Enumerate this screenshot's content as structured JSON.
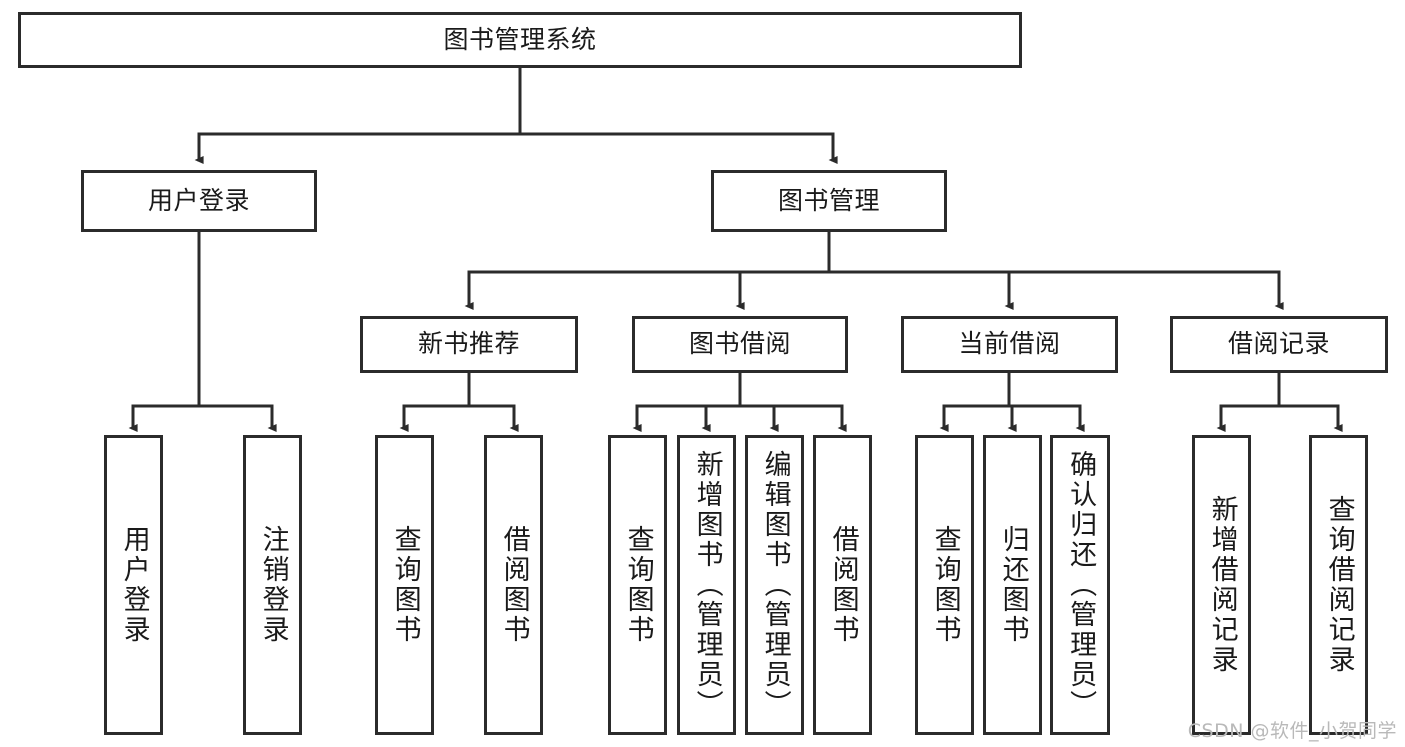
{
  "diagram": {
    "title": "图书管理系统",
    "type": "tree-hierarchy",
    "style": {
      "border_color": "#2b2b2b",
      "fill_color": "#ffffff",
      "text_color": "#1a1a1a",
      "connector_color": "#2b2b2b",
      "watermark_color": "#b9b9b9"
    },
    "root": {
      "label": "图书管理系统"
    },
    "level2": [
      {
        "label": "用户登录"
      },
      {
        "label": "图书管理"
      }
    ],
    "level3": [
      {
        "label": "新书推荐"
      },
      {
        "label": "图书借阅"
      },
      {
        "label": "当前借阅"
      },
      {
        "label": "借阅记录"
      }
    ],
    "leaves": {
      "user_login": [
        {
          "label": "用户登录"
        },
        {
          "label": "注销登录"
        }
      ],
      "new_book": [
        {
          "label": "查询图书"
        },
        {
          "label": "借阅图书"
        }
      ],
      "book_borrow": [
        {
          "label": "查询图书"
        },
        {
          "label": "新增图书（管理员）"
        },
        {
          "label": "编辑图书（管理员）"
        },
        {
          "label": "借阅图书"
        }
      ],
      "current_borrow": [
        {
          "label": "查询图书"
        },
        {
          "label": "归还图书"
        },
        {
          "label": "确认归还（管理员）"
        }
      ],
      "borrow_record": [
        {
          "label": "新增借阅记录"
        },
        {
          "label": "查询借阅记录"
        }
      ]
    }
  },
  "watermark": {
    "text": "CSDN @软件_小贺同学"
  }
}
